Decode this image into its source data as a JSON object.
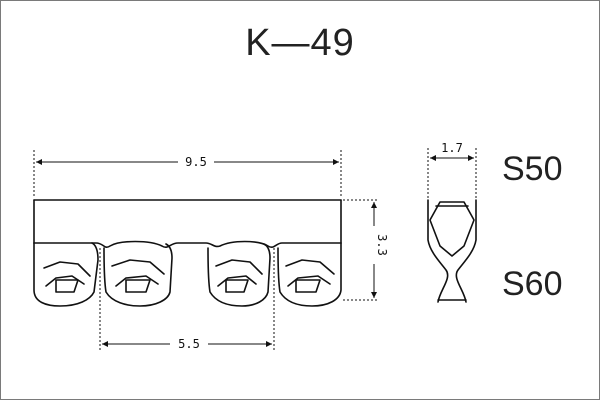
{
  "title": "K—49",
  "grades": {
    "upper": "S50",
    "lower": "S60"
  },
  "dimensions": {
    "overall_length": "9.5",
    "height": "3.3",
    "pitch": "5.5",
    "thickness": "1.7"
  }
}
